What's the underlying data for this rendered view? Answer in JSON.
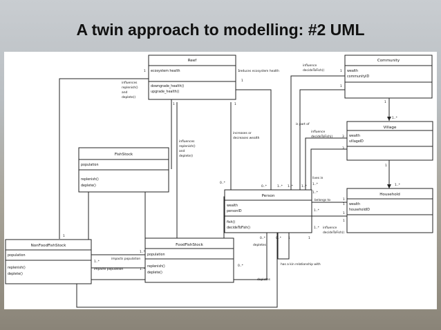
{
  "slide_title": "A twin approach to modelling: #2 UML",
  "classes": {
    "reef": {
      "name": "Reef",
      "attrs": [
        "ecosystem health"
      ],
      "ops": [
        "downgrade_health()",
        "upgrade_health()"
      ]
    },
    "community": {
      "name": "Community",
      "attrs": [
        "wealth",
        "communityID"
      ],
      "ops": []
    },
    "village": {
      "name": "Village",
      "attrs": [
        "wealth",
        "villageID"
      ],
      "ops": []
    },
    "fishstock": {
      "name": "FishStock",
      "attrs": [
        "population"
      ],
      "ops": [
        "replenish()",
        "deplete()"
      ]
    },
    "person": {
      "name": "Person",
      "attrs": [
        "wealth",
        "personID"
      ],
      "ops": [
        "fish()",
        "decideToFish()"
      ]
    },
    "household": {
      "name": "Household",
      "attrs": [
        "wealth",
        "householdID"
      ],
      "ops": []
    },
    "nonfood": {
      "name": "NonFoodFishStock",
      "attrs": [
        "population"
      ],
      "ops": [
        "replenish()",
        "deplete()"
      ]
    },
    "foodfish": {
      "name": "FoodFishStock",
      "attrs": [
        "population"
      ],
      "ops": [
        "replenish()",
        "deplete()"
      ]
    }
  },
  "labels": {
    "reduces": "reduces ecosystem health",
    "influence1a": "influence",
    "influence1b": "decideToFish()",
    "influences_a": "influences",
    "influences_b": "replenish()",
    "influences_c": "and",
    "influences_d": "deplete()",
    "incdec_a": "increases or",
    "incdec_b": "decreases wealth",
    "is_part_of": "is part of",
    "influence2a": "influence",
    "influence2b": "decideToFish()",
    "influences2_a": "influences",
    "influences2_b": "replenish()",
    "influences2_c": "and",
    "influences2_d": "deplete()",
    "lives_in": "lives in",
    "belongs_to": "belongs to",
    "influence3a": "influence",
    "influence3b": "decideToFish()",
    "impacts1": "impacts population",
    "impacts2": "impacts population",
    "depletes1": "depletes",
    "depletes2": "depletes",
    "kin": "has a kin relationship with"
  },
  "multiplicities": {
    "m1": "1",
    "m2": "1",
    "m3": "1",
    "m4": "1",
    "m5": "1",
    "m6": "1",
    "m7": "1",
    "m8": "1",
    "m9": "1..*",
    "m10": "3",
    "m11": "3",
    "m12": "1",
    "m13": "1..*",
    "m14": "1..*",
    "m15": "1..*",
    "m16": "0..*",
    "m17": "0..*",
    "m18": "1..*",
    "m19": "1..*",
    "m20": "1..*",
    "m21": "1",
    "m22": "1",
    "m23": "1",
    "m24": "1",
    "m25": "1..*",
    "m26": "1..*",
    "m27": "1..*",
    "m28": "1..*",
    "m29": "1..*",
    "m30": "0..*",
    "m31": "0..*",
    "m32": "1",
    "m33": "1",
    "m34": "0..*",
    "m35": "1"
  }
}
